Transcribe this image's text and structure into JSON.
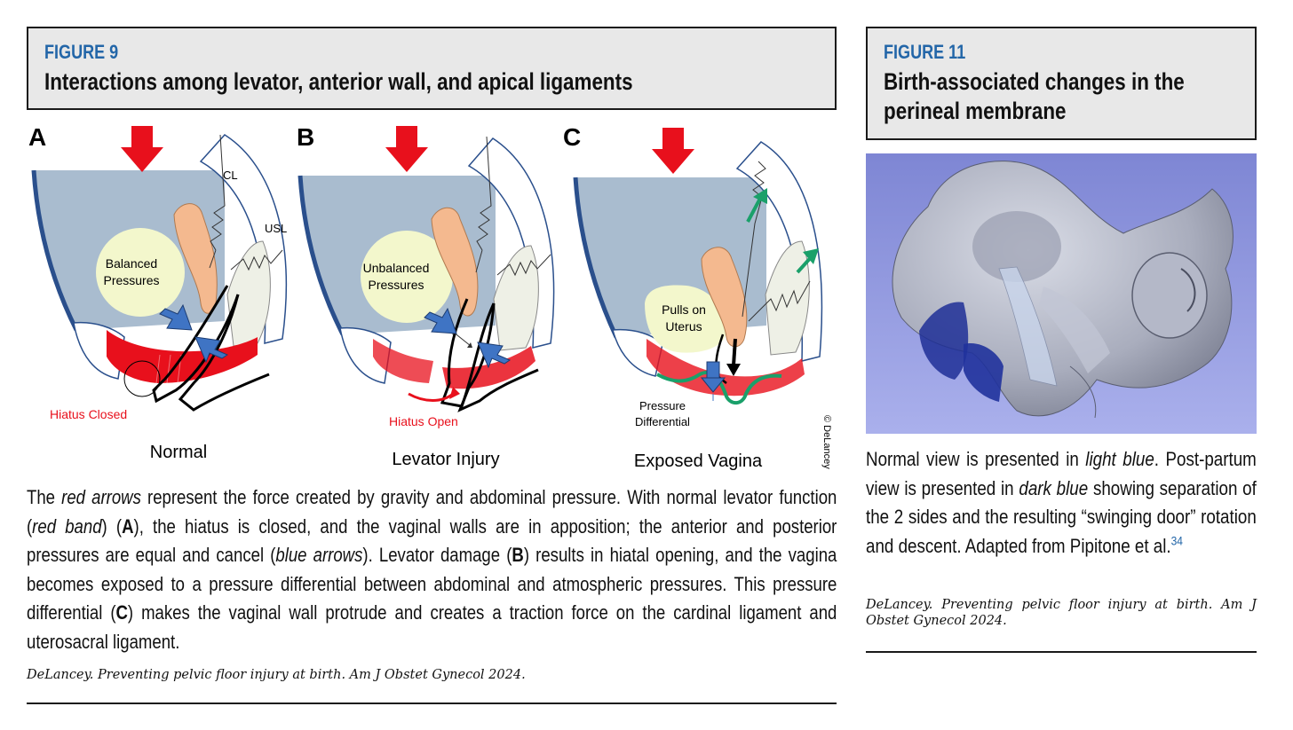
{
  "figure9": {
    "number": "FIGURE 9",
    "title": "Interactions among levator, anterior wall, and apical ligaments",
    "panels": [
      {
        "letter": "A",
        "caption": "Normal",
        "balloon_line1": "Balanced",
        "balloon_line2": "Pressures",
        "hiatus_label": "Hiatus Closed",
        "cl_label": "CL",
        "usl_label": "USL"
      },
      {
        "letter": "B",
        "caption": "Levator Injury",
        "balloon_line1": "Unbalanced",
        "balloon_line2": "Pressures",
        "hiatus_label": "Hiatus Open"
      },
      {
        "letter": "C",
        "caption": "Exposed Vagina",
        "balloon_line1": "Pulls on",
        "balloon_line2": "Uterus",
        "pressure_line1": "Pressure",
        "pressure_line2": "Differential"
      }
    ],
    "copyright": "© DeLancey",
    "caption_parts": {
      "p1": "The ",
      "i1": "red arrows",
      "p2": " represent the force created by gravity and abdominal pressure. With normal levator function (",
      "i2": "red band",
      "p3": ") (",
      "b1": "A",
      "p4": "), the hiatus is closed, and the vaginal walls are in apposition; the anterior and posterior pressures are equal and cancel (",
      "i3": "blue arrows",
      "p5": "). Levator damage (",
      "b2": "B",
      "p6": ") results in hiatal opening, and the vagina becomes exposed to a pressure differential between abdominal and atmospheric pressures. This pressure differential (",
      "b3": "C",
      "p7": ") makes the vaginal wall protrude and creates a traction force on the cardinal ligament and uterosacral ligament."
    },
    "citation": "DeLancey. Preventing pelvic floor injury at birth. Am J Obstet Gynecol 2024."
  },
  "figure11": {
    "number": "FIGURE 11",
    "title": "Birth-associated changes in the perineal membrane",
    "caption_parts": {
      "p1": "Normal view is presented in ",
      "i1": "light blue",
      "p2": ". Post-partum view is presented in ",
      "i2": "dark blue",
      "p3": " showing separation of the 2 sides and the resulting “swinging door” rotation and descent. Adapted from Pipitone et al.",
      "ref": "34"
    },
    "citation": "DeLancey. Preventing pelvic floor injury at birth. Am J Obstet Gynecol 2024."
  },
  "colors": {
    "accent_blue": "#2366a8",
    "header_bg": "#e8e8e8",
    "abdomen_fill": "#a9bccf",
    "levator_red": "#e8101c",
    "balloon_yellow": "#f3f7cc",
    "uterus_peach": "#f4b98f",
    "pressure_arrow_blue": "#3f74c4",
    "traction_green": "#1aa06a",
    "render_bg": "#8088d8"
  },
  "icons": [
    "red-force-arrow",
    "blue-pressure-arrow",
    "green-traction-arrow"
  ]
}
